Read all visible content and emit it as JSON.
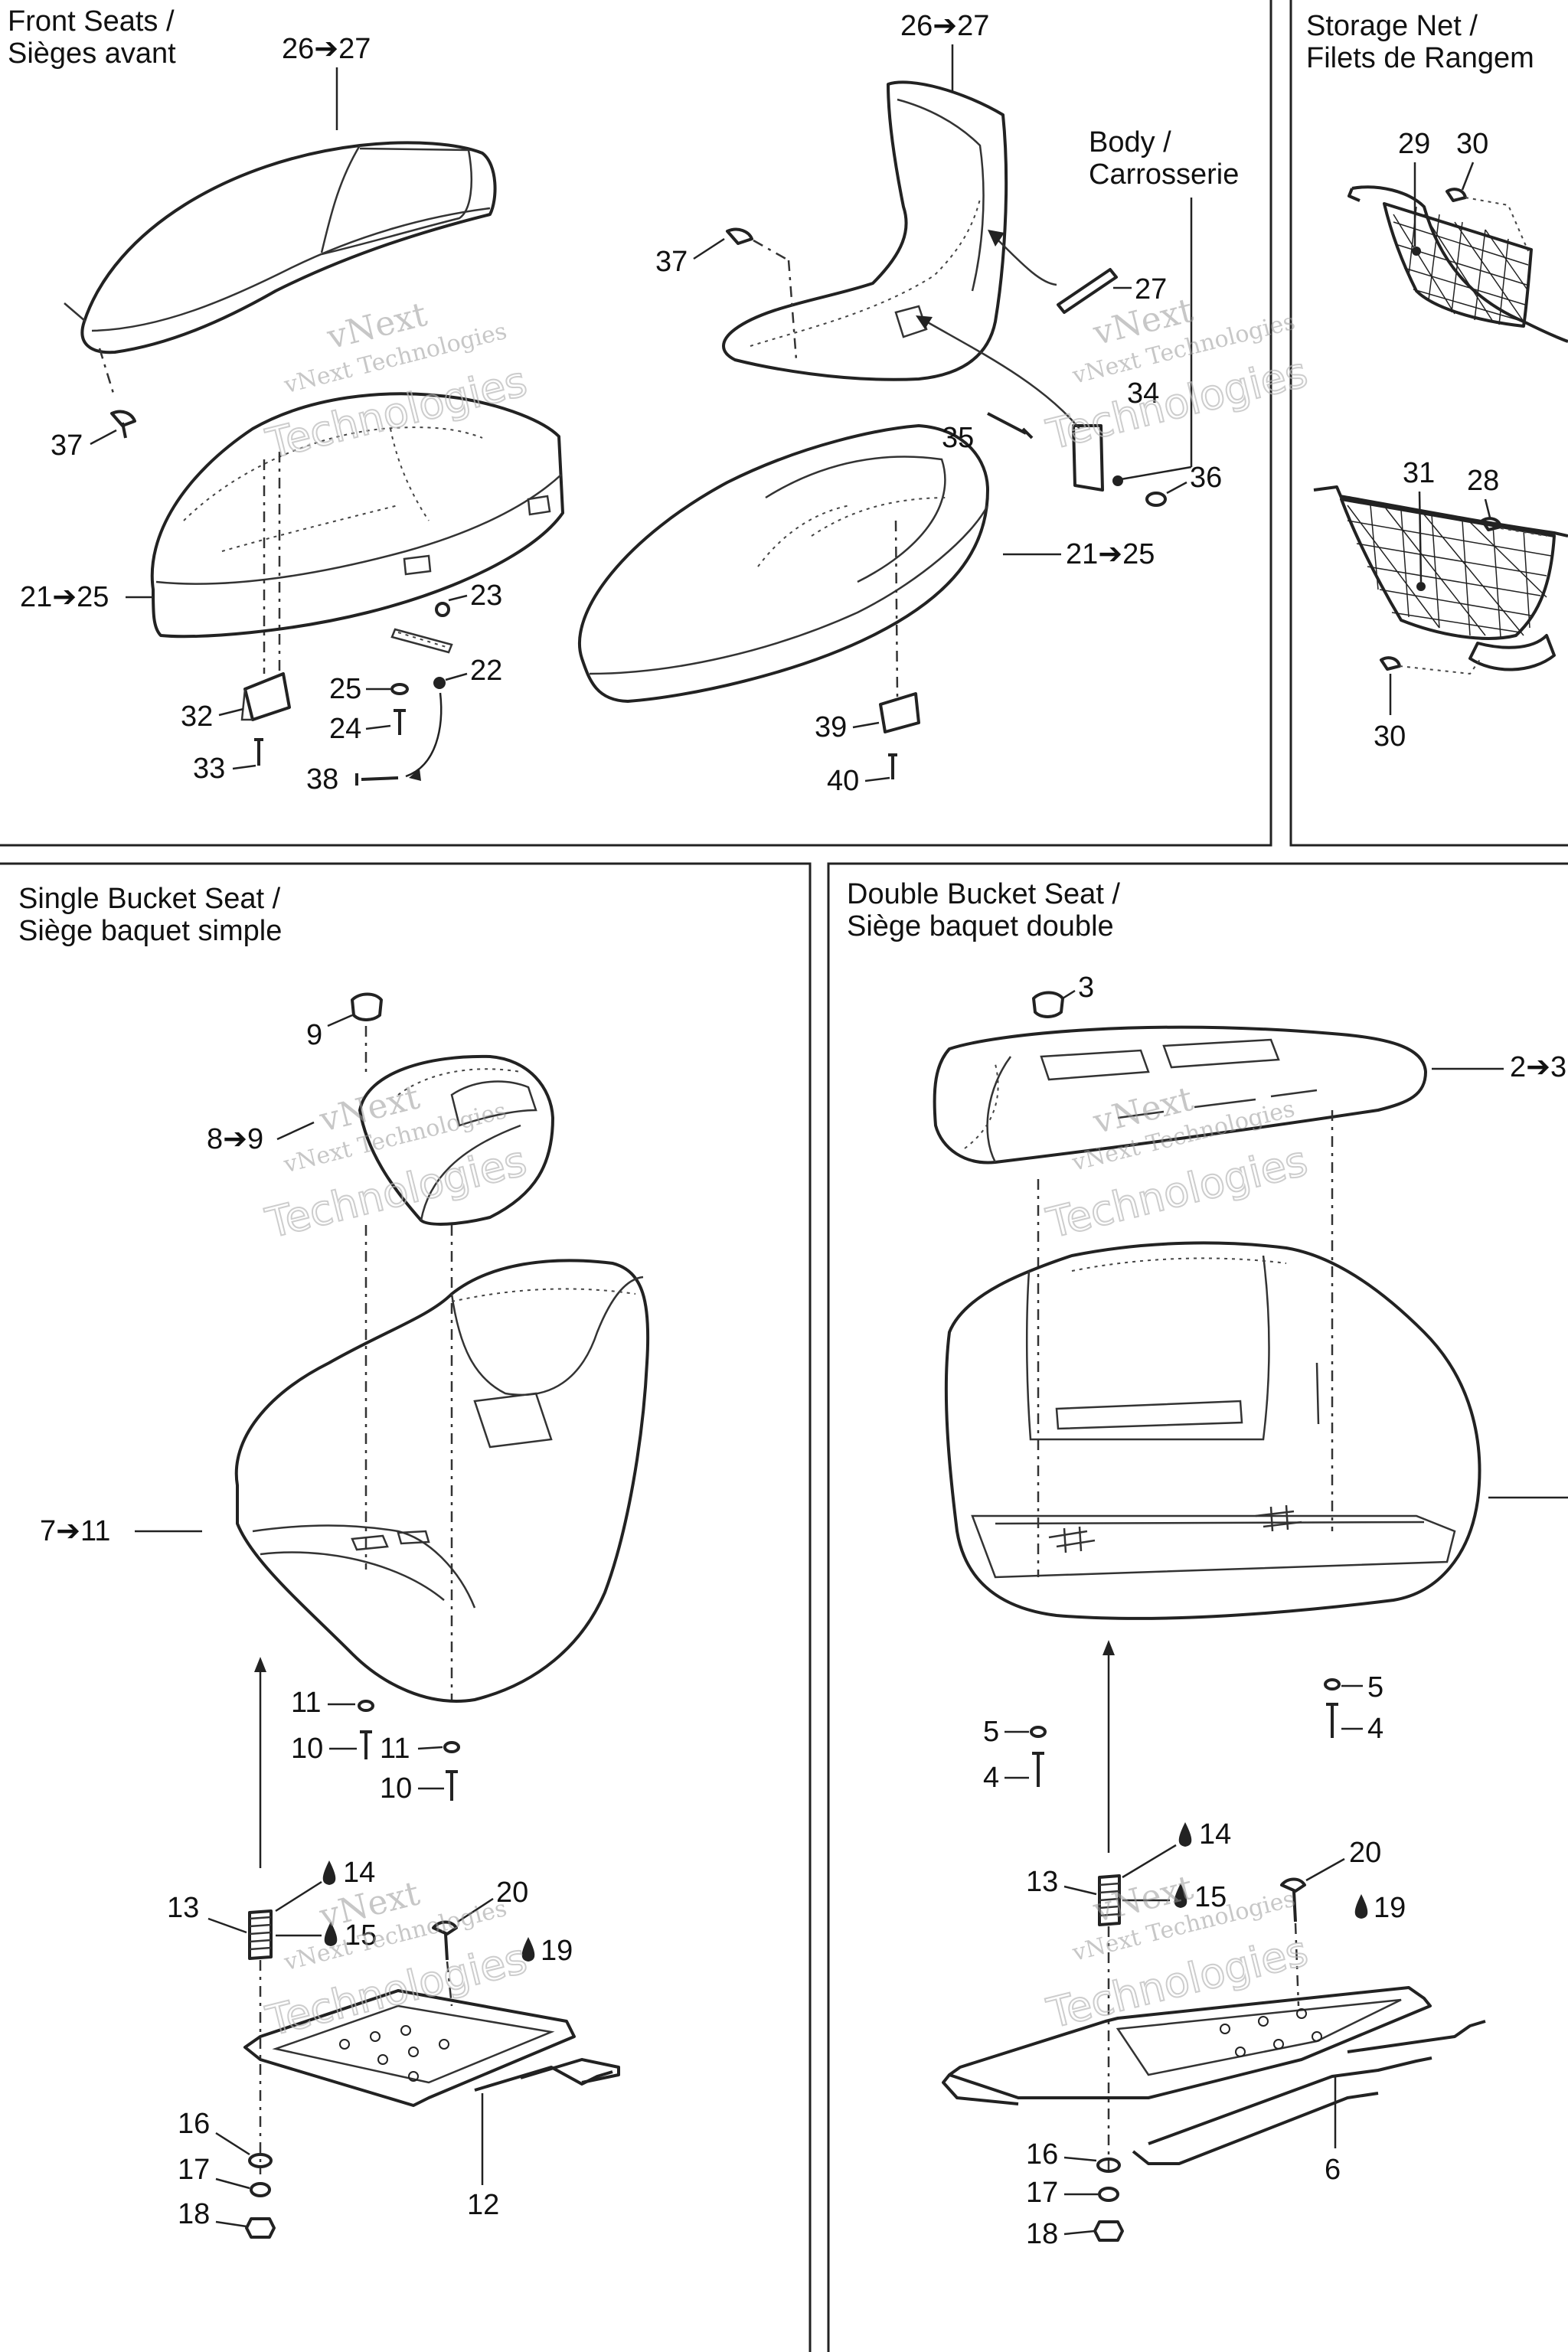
{
  "panels": {
    "front_seats": {
      "title_en": "Front Seats /",
      "title_fr": "Sièges avant"
    },
    "storage_net": {
      "title_en": "Storage Net /",
      "title_fr": "Filets de Rangem"
    },
    "single_bucket": {
      "title_en": "Single Bucket Seat /",
      "title_fr": "Siège baquet simple"
    },
    "double_bucket": {
      "title_en": "Double Bucket Seat /",
      "title_fr": "Siège baquet double"
    },
    "body": {
      "title_en": "Body /",
      "title_fr": "Carrosserie"
    }
  },
  "watermark": {
    "brand": "vNext",
    "line1": "vNext Technologies",
    "line2": "Technologies"
  },
  "callouts": {
    "front": [
      "26➔27",
      "37",
      "21➔25",
      "23",
      "22",
      "25",
      "24",
      "32",
      "33",
      "38"
    ],
    "front_right": [
      "26➔27",
      "37",
      "27",
      "34",
      "35",
      "36",
      "21➔25",
      "39",
      "40"
    ],
    "net": [
      "29",
      "30",
      "31",
      "28",
      "30"
    ],
    "single": [
      "9",
      "8➔9",
      "7➔11",
      "11",
      "10",
      "11",
      "10",
      "13",
      "14",
      "15",
      "20",
      "19",
      "16",
      "17",
      "18",
      "12"
    ],
    "double": [
      "3",
      "2➔3",
      "5",
      "4",
      "5",
      "4",
      "13",
      "14",
      "15",
      "20",
      "19",
      "16",
      "17",
      "18",
      "6"
    ]
  }
}
